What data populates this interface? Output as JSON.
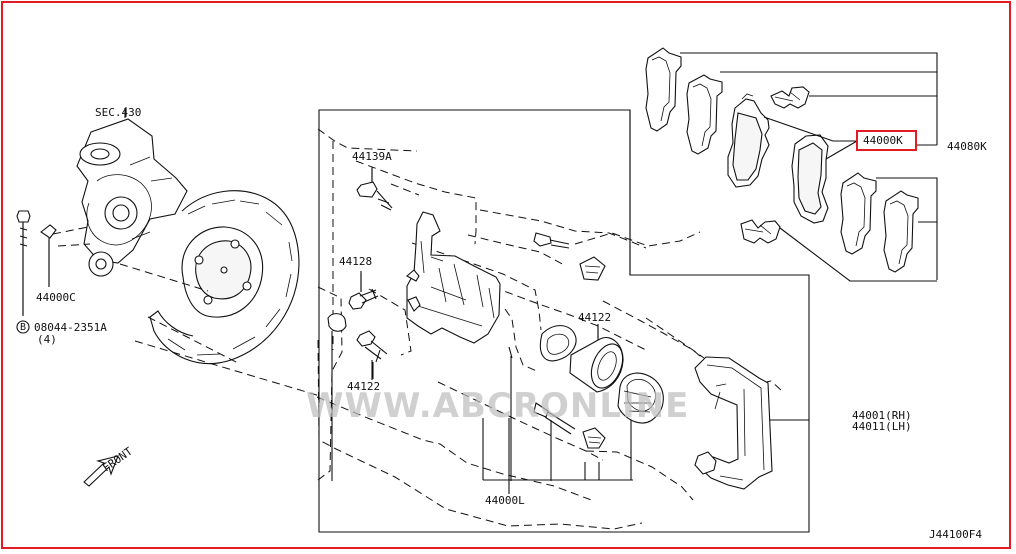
{
  "colors": {
    "border": "#e21b24",
    "line": "#111111",
    "watermark": "#bfbfbf"
  },
  "labels": {
    "sec": "SEC.430",
    "bolt_44139A": "44139A",
    "bolt_44128": "44128",
    "bolt_44122": "44122",
    "bolt_44122_lower": "44122",
    "nut_44000C": "44000C",
    "bolt_08044": "08044-2351A",
    "bolt_08044_qty": "(4)",
    "b_badge": "B",
    "kit_44000K": "44000K",
    "kit_44080K": "44080K",
    "caliper_rh": "44001(RH)",
    "caliper_lh": "44011(LH)",
    "kit_44000L": "44000L",
    "front": "FRONT",
    "diagram_code": "J44100F4"
  },
  "watermark": "WWW.ABCRONLINE"
}
